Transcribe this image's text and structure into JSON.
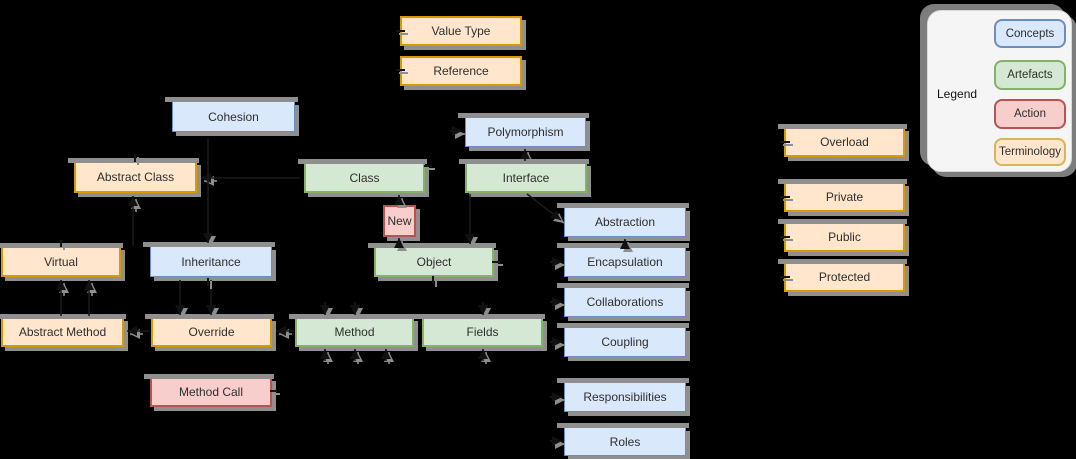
{
  "canvas": {
    "background": "#000000"
  },
  "colors": {
    "concepts": {
      "fill": "#dae8fc",
      "stroke": "#6c8ebf",
      "strokeWidth": 1.5
    },
    "artefacts": {
      "fill": "#d5e8d4",
      "stroke": "#82b366",
      "strokeWidth": 2
    },
    "action": {
      "fill": "#f8cecc",
      "stroke": "#b85450",
      "strokeWidth": 2
    },
    "terminology": {
      "fill": "#ffe6cc",
      "stroke": "#d79b00",
      "strokeWidth": 2
    },
    "shadow": "#8f8f8f",
    "edge": "#191919"
  },
  "nodes": [
    {
      "id": "value-type",
      "label": "Value Type",
      "category": "terminology"
    },
    {
      "id": "reference",
      "label": "Reference",
      "category": "terminology"
    },
    {
      "id": "cohesion",
      "label": "Cohesion",
      "category": "concepts"
    },
    {
      "id": "polymorphism",
      "label": "Polymorphism",
      "category": "concepts"
    },
    {
      "id": "abstract-class",
      "label": "Abstract Class",
      "category": "terminology"
    },
    {
      "id": "class",
      "label": "Class",
      "category": "artefacts"
    },
    {
      "id": "interface",
      "label": "Interface",
      "category": "artefacts"
    },
    {
      "id": "new",
      "label": "New",
      "category": "action"
    },
    {
      "id": "abstraction",
      "label": "Abstraction",
      "category": "concepts"
    },
    {
      "id": "virtual",
      "label": "Virtual",
      "category": "terminology"
    },
    {
      "id": "inheritance",
      "label": "Inheritance",
      "category": "concepts"
    },
    {
      "id": "object",
      "label": "Object",
      "category": "artefacts"
    },
    {
      "id": "encapsulation",
      "label": "Encapsulation",
      "category": "concepts"
    },
    {
      "id": "collaborations",
      "label": "Collaborations",
      "category": "concepts"
    },
    {
      "id": "abstract-method",
      "label": "Abstract Method",
      "category": "terminology"
    },
    {
      "id": "override",
      "label": "Override",
      "category": "terminology"
    },
    {
      "id": "method",
      "label": "Method",
      "category": "artefacts"
    },
    {
      "id": "fields",
      "label": "Fields",
      "category": "artefacts"
    },
    {
      "id": "coupling",
      "label": "Coupling",
      "category": "concepts"
    },
    {
      "id": "method-call",
      "label": "Method Call",
      "category": "action"
    },
    {
      "id": "responsibilities",
      "label": "Responsibilities",
      "category": "concepts"
    },
    {
      "id": "roles",
      "label": "Roles",
      "category": "concepts"
    },
    {
      "id": "overload",
      "label": "Overload",
      "category": "terminology"
    },
    {
      "id": "private",
      "label": "Private",
      "category": "terminology"
    },
    {
      "id": "public",
      "label": "Public",
      "category": "terminology"
    },
    {
      "id": "protected",
      "label": "Protected",
      "category": "terminology"
    }
  ],
  "legend": {
    "title": "Legend",
    "items": [
      {
        "id": "concepts",
        "label": "Concepts",
        "fill": "#dae8fc",
        "stroke": "#6c8ebf"
      },
      {
        "id": "artefacts",
        "label": "Artefacts",
        "fill": "#d5e8d4",
        "stroke": "#82b366"
      },
      {
        "id": "action",
        "label": "Action",
        "fill": "#f8cecc",
        "stroke": "#b85450"
      },
      {
        "id": "terminology",
        "label": "Terminology",
        "fill": "#ffe6cc",
        "stroke": "#d6b656"
      }
    ]
  }
}
